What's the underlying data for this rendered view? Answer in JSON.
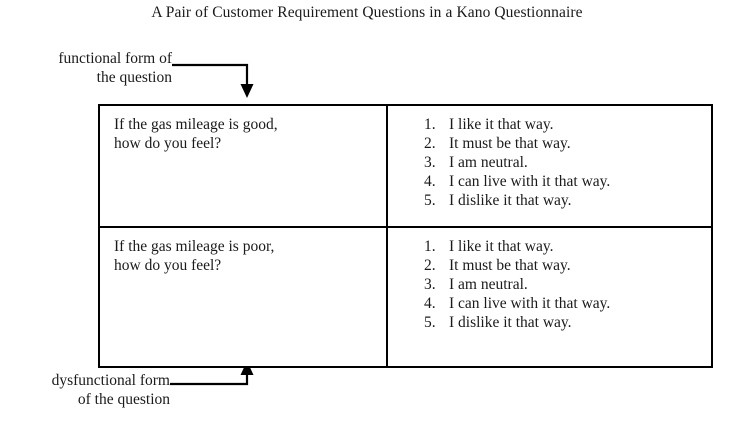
{
  "figure": {
    "title": "A Pair of Customer Requirement Questions in a Kano Questionnaire",
    "line_color": "#000000",
    "text_color": "#1a1a1a",
    "background_color": "#ffffff"
  },
  "annotations": {
    "functional": {
      "line1": "functional form of",
      "line2": "the question"
    },
    "dysfunctional": {
      "line1": "dysfunctional form",
      "line2": "of the question"
    }
  },
  "table": {
    "rows": [
      {
        "form": "functional",
        "question": {
          "line1": "If the gas mileage is good,",
          "line2": "how do you feel?"
        },
        "answers": [
          {
            "num": "1.",
            "text": "I like it that way."
          },
          {
            "num": "2.",
            "text": "It must be that way."
          },
          {
            "num": "3.",
            "text": "I am neutral."
          },
          {
            "num": "4.",
            "text": "I can live with it that way."
          },
          {
            "num": "5.",
            "text": "I dislike it that way."
          }
        ]
      },
      {
        "form": "dysfunctional",
        "question": {
          "line1": "If the gas mileage is poor,",
          "line2": "how do you feel?"
        },
        "answers": [
          {
            "num": "1.",
            "text": "I like it that way."
          },
          {
            "num": "2.",
            "text": "It must be that way."
          },
          {
            "num": "3.",
            "text": "I am neutral."
          },
          {
            "num": "4.",
            "text": "I can live with it that way."
          },
          {
            "num": "5.",
            "text": "I dislike it that way."
          }
        ]
      }
    ]
  }
}
